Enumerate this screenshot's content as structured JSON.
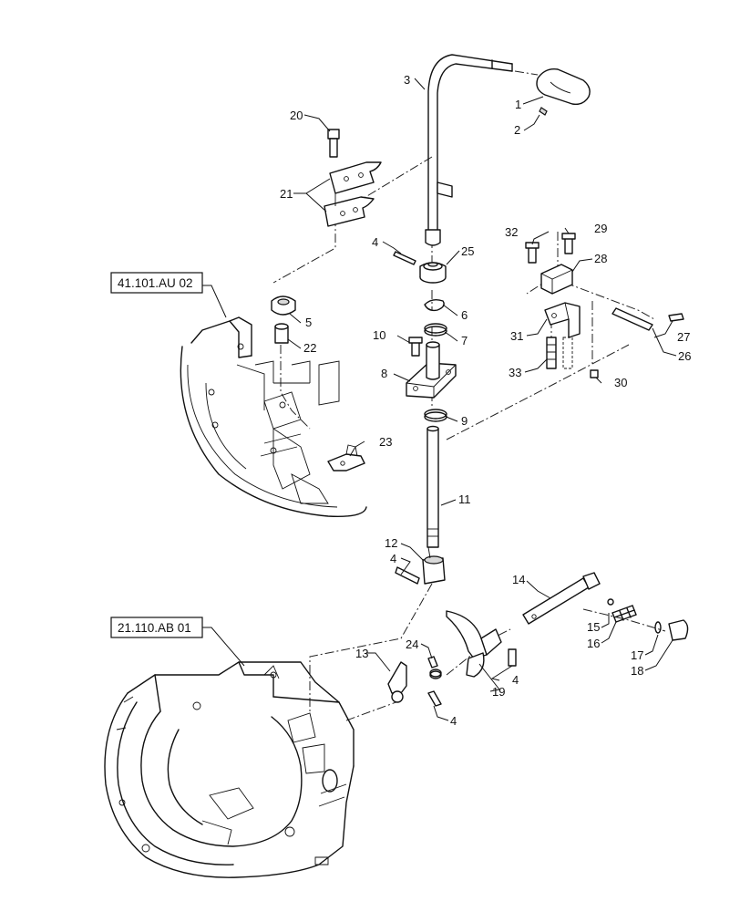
{
  "diagram": {
    "callouts": {
      "c1": "1",
      "c2": "2",
      "c3": "3",
      "c4a": "4",
      "c4b": "4",
      "c4c": "4",
      "c4d": "4",
      "c5": "5",
      "c6": "6",
      "c7": "7",
      "c8": "8",
      "c9": "9",
      "c10": "10",
      "c11": "11",
      "c12": "12",
      "c13": "13",
      "c14": "14",
      "c15": "15",
      "c16": "16",
      "c17": "17",
      "c18": "18",
      "c19": "19",
      "c20": "20",
      "c21": "21",
      "c22": "22",
      "c23": "23",
      "c24": "24",
      "c25": "25",
      "c26": "26",
      "c27": "27",
      "c28": "28",
      "c29": "29",
      "c30": "30",
      "c31": "31",
      "c32": "32",
      "c33": "33"
    },
    "references": {
      "upper": "41.101.AU 02",
      "lower": "21.110.AB 01"
    }
  }
}
